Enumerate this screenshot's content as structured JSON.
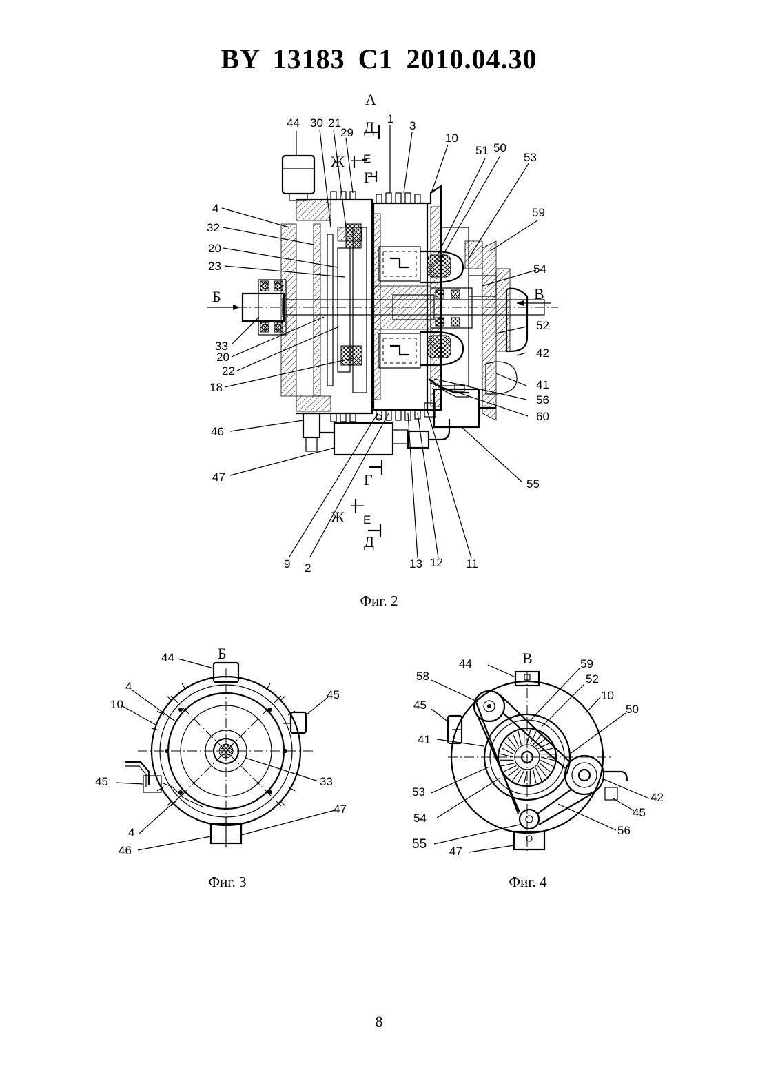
{
  "header": {
    "title": "BY  13183  C1  2010.04.30"
  },
  "figure2": {
    "caption": "Фиг. 2",
    "view_label": "А",
    "section_marks": [
      "Д",
      "Ж",
      "Е",
      "Г",
      "Г",
      "Ж",
      "Е",
      "Д"
    ],
    "view_arrows": [
      "Б",
      "В"
    ],
    "callouts": [
      "44",
      "30",
      "21",
      "29",
      "1",
      "3",
      "10",
      "51",
      "50",
      "53",
      "59",
      "4",
      "32",
      "20",
      "23",
      "54",
      "33",
      "20",
      "22",
      "18",
      "52",
      "42",
      "41",
      "56",
      "60",
      "46",
      "47",
      "55",
      "9",
      "2",
      "13",
      "12",
      "11"
    ]
  },
  "figure3": {
    "caption": "Фиг. 3",
    "view_label": "Б",
    "callouts": [
      "44",
      "4",
      "10",
      "45",
      "45",
      "33",
      "4",
      "46",
      "47"
    ]
  },
  "figure4": {
    "caption": "Фиг. 4",
    "view_label": "В",
    "callouts": [
      "44",
      "59",
      "58",
      "52",
      "10",
      "45",
      "50",
      "41",
      "53",
      "42",
      "54",
      "45",
      "56",
      "55",
      "47"
    ]
  },
  "page_number": "8"
}
